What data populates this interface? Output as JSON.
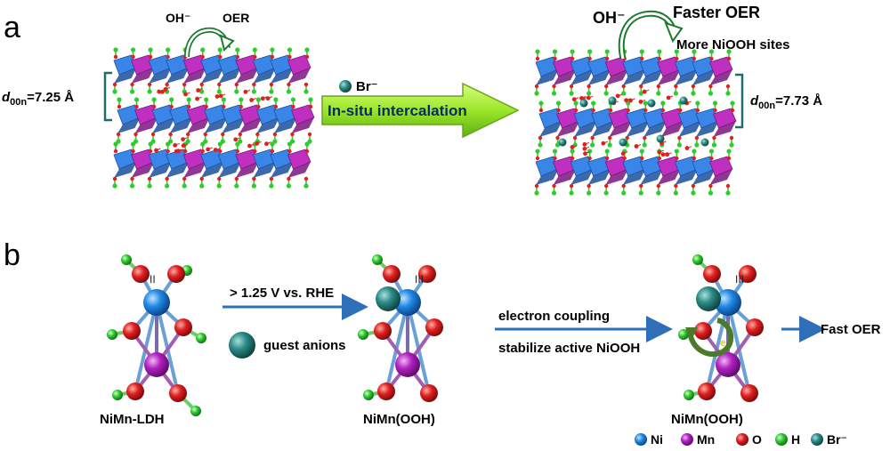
{
  "panel_a": {
    "label": "a",
    "left": {
      "oh": "OH⁻",
      "oer": "OER",
      "d_prefix": "d",
      "d_sub": "00n",
      "d_value": "=7.25 Å"
    },
    "middle": {
      "ion": "Br⁻",
      "arrow_label": "In-situ intercalation"
    },
    "right": {
      "oh": "OH⁻",
      "oer": "Faster OER",
      "sites": "More NiOOH sites",
      "d_prefix": "d",
      "d_sub": "00n",
      "d_value": "=7.73 Å"
    }
  },
  "panel_b": {
    "label": "b",
    "struct1": {
      "name": "NiMn-LDH",
      "ox": "II"
    },
    "arrow1": {
      "top": "> 1.25 V vs. RHE",
      "bottom": "guest anions"
    },
    "struct2": {
      "name": "NiMn(OOH)",
      "ox": "III"
    },
    "arrow2": {
      "top": "electron coupling",
      "bottom": "stabilize active NiOOH"
    },
    "struct3": {
      "name": "NiMn(OOH)",
      "ox": "III",
      "electron": "e"
    },
    "arrow3": {
      "label": "Fast OER"
    }
  },
  "legend": [
    {
      "label": "Ni",
      "color": "#1e88e5"
    },
    {
      "label": "Mn",
      "color": "#b020c0"
    },
    {
      "label": "O",
      "color": "#e02020"
    },
    {
      "label": "H",
      "color": "#2ecc2e"
    },
    {
      "label": "Br⁻",
      "color": "#1f6e6e"
    }
  ],
  "colors": {
    "ni_octahedra": "#3a86e8",
    "mn_octahedra": "#c030c0",
    "oxygen": "#e02020",
    "hydrogen": "#2ecc2e",
    "bromide": "#1f6e6e",
    "intercalation_arrow": "#9be62a",
    "process_arrow": "#2f6fb8",
    "bracket": "#1f6e6e"
  }
}
